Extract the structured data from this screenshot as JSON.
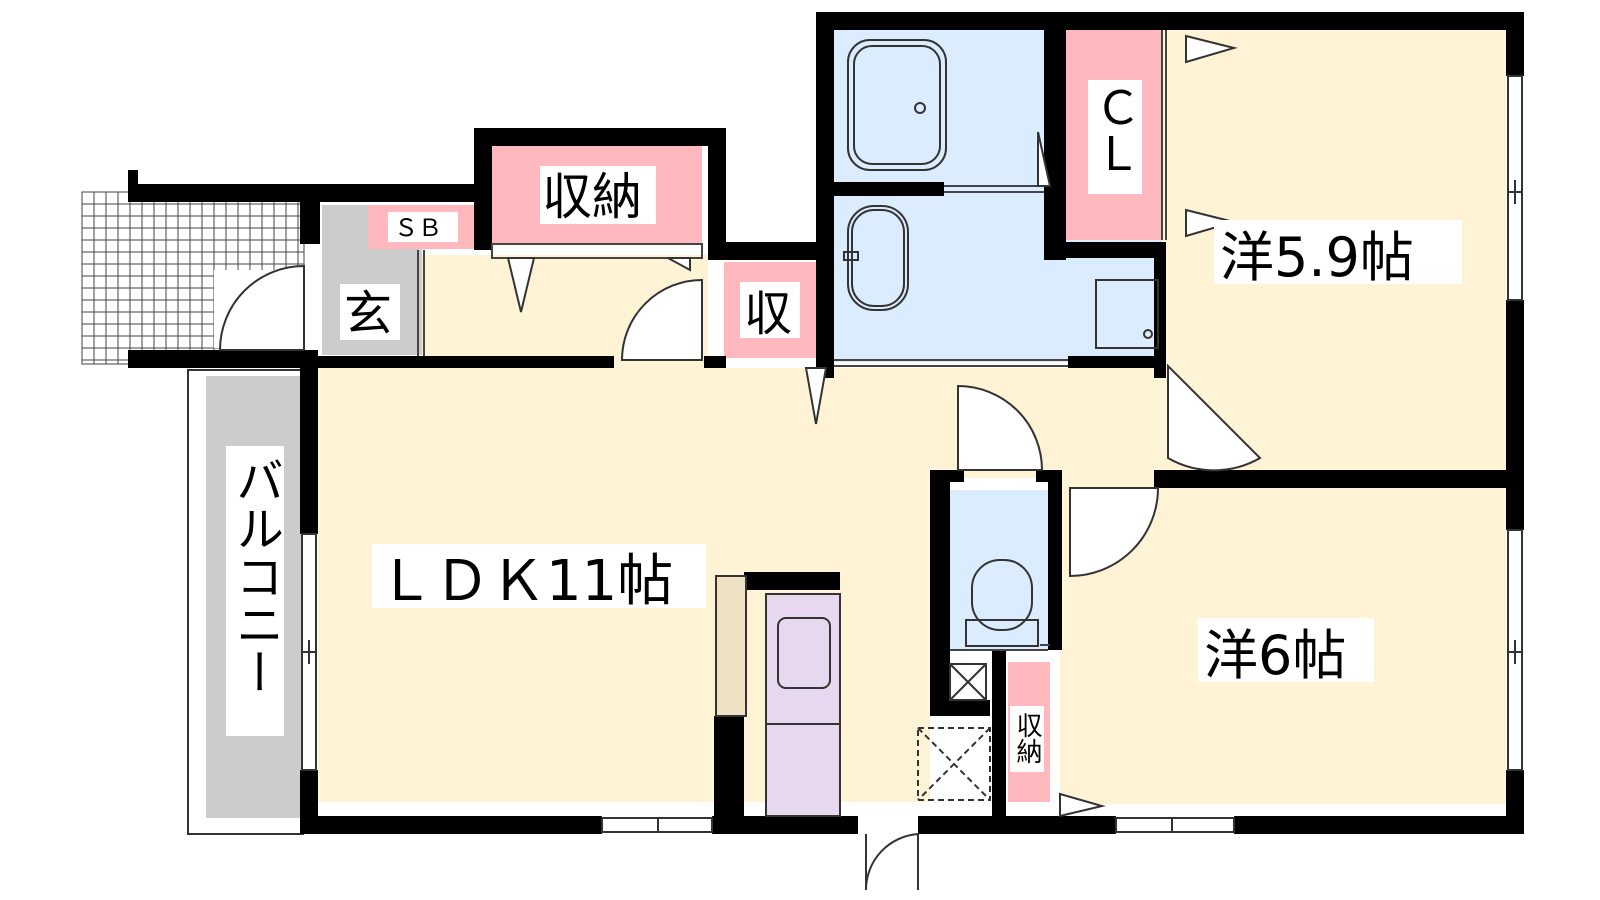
{
  "rooms": {
    "ldk": "ＬＤＫ11帖",
    "western_a": "洋5.9帖",
    "western_b": "洋6帖",
    "storage_main": "収納",
    "storage_small": "収",
    "storage_toilet": "収納",
    "closet": "ＣＬ",
    "shoe_box": "ＳＢ",
    "entrance": "玄",
    "balcony": "バルコニー"
  },
  "colors": {
    "room_fill": "#fff3d6",
    "wet_fill": "#dcecff",
    "storage_fill": "#ffb8bd",
    "balcony_fill": "#cccccc",
    "fridge_fill": "#e8d8ef",
    "counter_fill": "#efe1c3",
    "wall": "#000000"
  }
}
